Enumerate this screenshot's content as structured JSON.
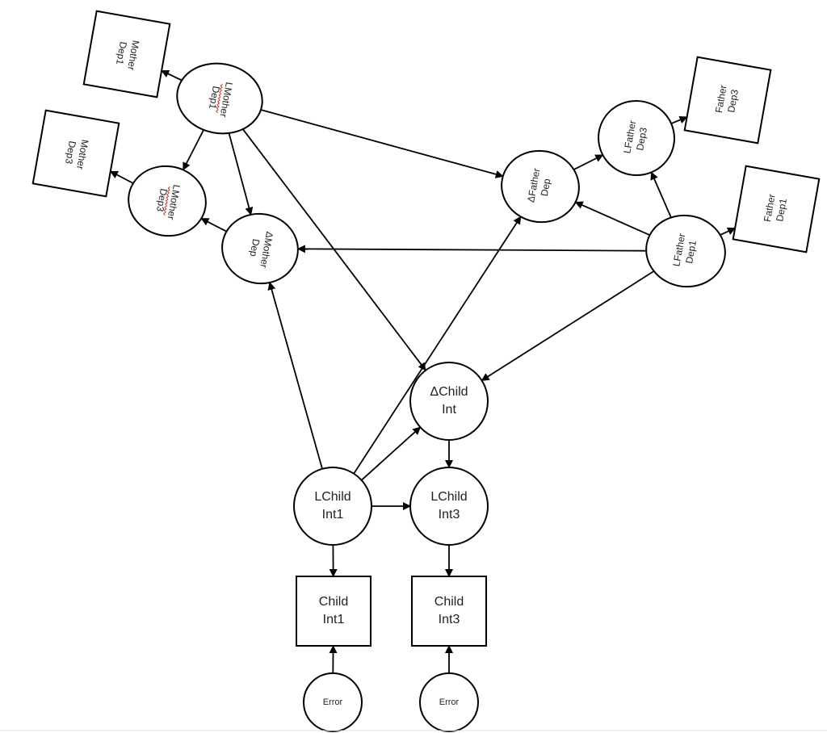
{
  "nodes": {
    "lmother_dep1": {
      "shape": "ellipse",
      "lines": [
        "LMother",
        "Dep1"
      ]
    },
    "lmother_dep3": {
      "shape": "ellipse",
      "lines": [
        "LMother",
        "Dep3"
      ]
    },
    "dmother_dep": {
      "shape": "ellipse",
      "lines": [
        "ΔMother",
        "Dep"
      ]
    },
    "mother_dep1_box": {
      "shape": "box",
      "lines": [
        "Mother",
        "Dep1"
      ]
    },
    "mother_dep3_box": {
      "shape": "box",
      "lines": [
        "Mother",
        "Dep3"
      ]
    },
    "dfather_dep": {
      "shape": "ellipse",
      "lines": [
        "ΔFather",
        "Dep"
      ]
    },
    "lfather_dep3": {
      "shape": "ellipse",
      "lines": [
        "LFather",
        "Dep3"
      ]
    },
    "lfather_dep1": {
      "shape": "ellipse",
      "lines": [
        "LFather",
        "Dep1"
      ]
    },
    "father_dep3_box": {
      "shape": "box",
      "lines": [
        "Father",
        "Dep3"
      ]
    },
    "father_dep1_box": {
      "shape": "box",
      "lines": [
        "Father",
        "Dep1"
      ]
    },
    "dchild_int": {
      "shape": "ellipse",
      "lines": [
        "ΔChild",
        "Int"
      ]
    },
    "lchild_int1": {
      "shape": "ellipse",
      "lines": [
        "LChild",
        "Int1"
      ]
    },
    "lchild_int3": {
      "shape": "ellipse",
      "lines": [
        "LChild",
        "Int3"
      ]
    },
    "child_int1_box": {
      "shape": "box",
      "lines": [
        "Child",
        "Int1"
      ]
    },
    "child_int3_box": {
      "shape": "box",
      "lines": [
        "Child",
        "Int3"
      ]
    },
    "error1": {
      "shape": "ellipse",
      "lines": [
        "Error"
      ]
    },
    "error3": {
      "shape": "ellipse",
      "lines": [
        "Error"
      ]
    }
  },
  "edges": [
    {
      "from": "lmother_dep1",
      "to": "mother_dep1_box"
    },
    {
      "from": "lmother_dep1",
      "to": "lmother_dep3"
    },
    {
      "from": "lmother_dep1",
      "to": "dmother_dep"
    },
    {
      "from": "lmother_dep1",
      "to": "dfather_dep"
    },
    {
      "from": "lmother_dep1",
      "to": "dchild_int"
    },
    {
      "from": "lmother_dep3",
      "to": "mother_dep3_box"
    },
    {
      "from": "dmother_dep",
      "to": "lmother_dep3"
    },
    {
      "from": "lfather_dep1",
      "to": "father_dep1_box"
    },
    {
      "from": "lfather_dep1",
      "to": "lfather_dep3"
    },
    {
      "from": "lfather_dep1",
      "to": "dfather_dep"
    },
    {
      "from": "lfather_dep1",
      "to": "dmother_dep"
    },
    {
      "from": "lfather_dep1",
      "to": "dchild_int"
    },
    {
      "from": "dfather_dep",
      "to": "lfather_dep3"
    },
    {
      "from": "lfather_dep3",
      "to": "father_dep3_box"
    },
    {
      "from": "lchild_int1",
      "to": "dmother_dep"
    },
    {
      "from": "lchild_int1",
      "to": "dfather_dep"
    },
    {
      "from": "lchild_int1",
      "to": "dchild_int"
    },
    {
      "from": "lchild_int1",
      "to": "lchild_int3"
    },
    {
      "from": "lchild_int1",
      "to": "child_int1_box"
    },
    {
      "from": "dchild_int",
      "to": "lchild_int3"
    },
    {
      "from": "lchild_int3",
      "to": "child_int3_box"
    },
    {
      "from": "error1",
      "to": "child_int1_box"
    },
    {
      "from": "error3",
      "to": "child_int3_box"
    }
  ]
}
